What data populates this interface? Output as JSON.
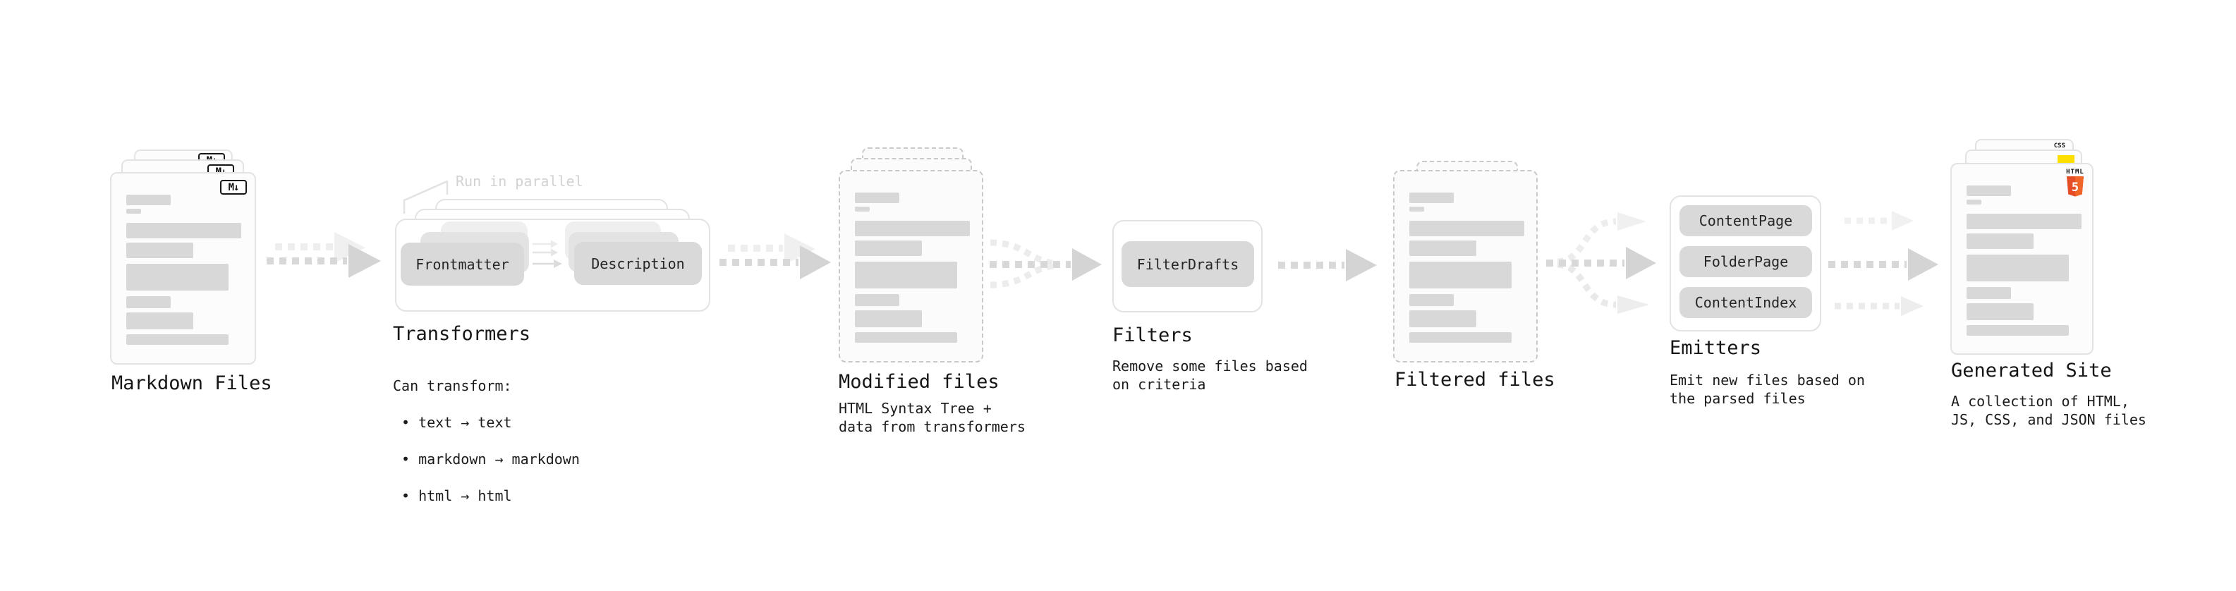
{
  "stages": {
    "markdown_files": {
      "label": "Markdown Files",
      "badge": "M↓"
    },
    "transformers": {
      "label": "Transformers",
      "annotation": "Run in parallel",
      "nodes": {
        "frontmatter": "Frontmatter",
        "description": "Description"
      },
      "caption": "Can transform:",
      "bullets": [
        "• text → text",
        "• markdown → markdown",
        "• html → html"
      ]
    },
    "modified_files": {
      "label": "Modified files",
      "caption": "HTML Syntax Tree +\ndata from transformers"
    },
    "filters": {
      "label": "Filters",
      "nodes": {
        "filter_drafts": "FilterDrafts"
      },
      "caption": "Remove some files based\non criteria"
    },
    "filtered_files": {
      "label": "Filtered files"
    },
    "emitters": {
      "label": "Emitters",
      "nodes": {
        "content_page": "ContentPage",
        "folder_page": "FolderPage",
        "content_index": "ContentIndex"
      },
      "caption": "Emit new files based on\nthe parsed files"
    },
    "generated_site": {
      "label": "Generated Site",
      "caption": "A collection of HTML,\nJS, CSS, and JSON files",
      "badges": {
        "css": "CSS",
        "html": "HTML",
        "html5": "5"
      }
    }
  },
  "colors": {
    "node_fill": "#d9d9d9",
    "arrow_dark": "#d6d6d6",
    "arrow_light": "#ededed",
    "dashed_border": "#c9c9c9",
    "text": "#161616",
    "muted": "#d2d2d2",
    "html5_orange": "#e44d26",
    "html5_orange_light": "#f16529",
    "js_yellow": "#ffdf00",
    "css_blue": "#2b63f1"
  }
}
